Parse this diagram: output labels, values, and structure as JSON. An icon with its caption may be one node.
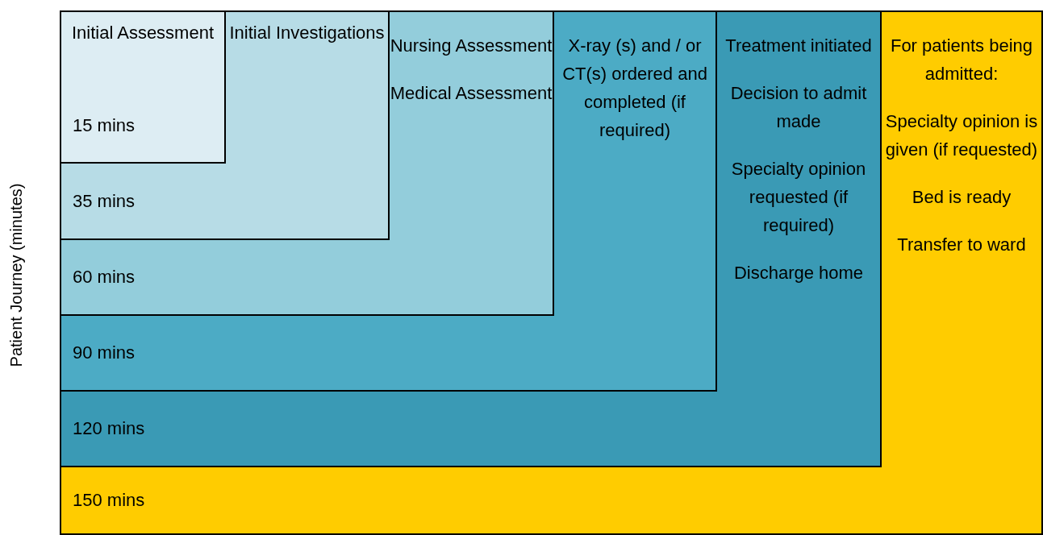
{
  "diagram": {
    "nodes": [
      {
        "text": [
          "For patients being admitted:",
          "Specialty opinion is given (if requested)",
          "Bed is ready",
          "Transfer to ward",
          "150 mins"
        ]
      },
      {
        "text": [
          "Treatment initiated",
          "Decision to admit made",
          "Specialty opinion requested (if required)",
          "Discharge home",
          "120 mins"
        ],
        "in": 0
      },
      {
        "text": [
          "X-ray (s) and / or CT(s) ordered and completed (if required)",
          "90 mins"
        ],
        "in": 1
      },
      {
        "text": [
          "Nursing Assessment",
          "Medical Assessment",
          "60 mins"
        ],
        "in": 2
      },
      {
        "text": [
          "Initial Investigations",
          "35 mins"
        ],
        "in": 3
      },
      {
        "text": [
          "Initial Assessment",
          "15 mins"
        ],
        "in": 4
      }
    ],
    "labels": [
      "Patient Journey (minutes)"
    ]
  }
}
